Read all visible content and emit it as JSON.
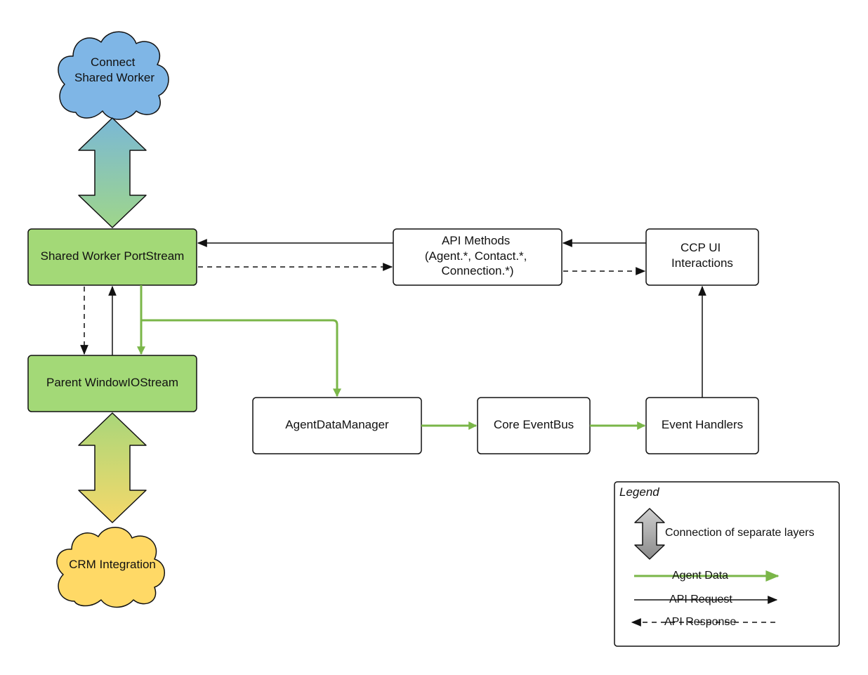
{
  "nodes": {
    "connect_shared_worker": {
      "lines": [
        "Connect",
        "Shared Worker"
      ]
    },
    "crm_integration": {
      "label": "CRM Integration"
    },
    "shared_worker_portstream": {
      "label": "Shared Worker PortStream"
    },
    "parent_windowiostream": {
      "label": "Parent WindowIOStream"
    },
    "api_methods": {
      "lines": [
        "API Methods",
        "(Agent.*, Contact.*,",
        "Connection.*)"
      ]
    },
    "ccp_ui_interactions": {
      "lines": [
        "CCP UI",
        "Interactions"
      ]
    },
    "agent_data_manager": {
      "label": "AgentDataManager"
    },
    "core_eventbus": {
      "label": "Core EventBus"
    },
    "event_handlers": {
      "label": "Event Handlers"
    }
  },
  "legend": {
    "title": "Legend",
    "layer_connection": "Connection of separate layers",
    "agent_data": "Agent Data",
    "api_request": "API Request",
    "api_response": "API Response"
  },
  "colors": {
    "cloud_blue": "#7fb6e6",
    "cloud_yellow": "#ffd966",
    "node_green": "#a3d977",
    "agent_data_green": "#7ab648",
    "stroke": "#111111"
  },
  "icons": {
    "layer_arrow": "double-headed-arrow-icon",
    "cloud": "cloud-shape"
  }
}
